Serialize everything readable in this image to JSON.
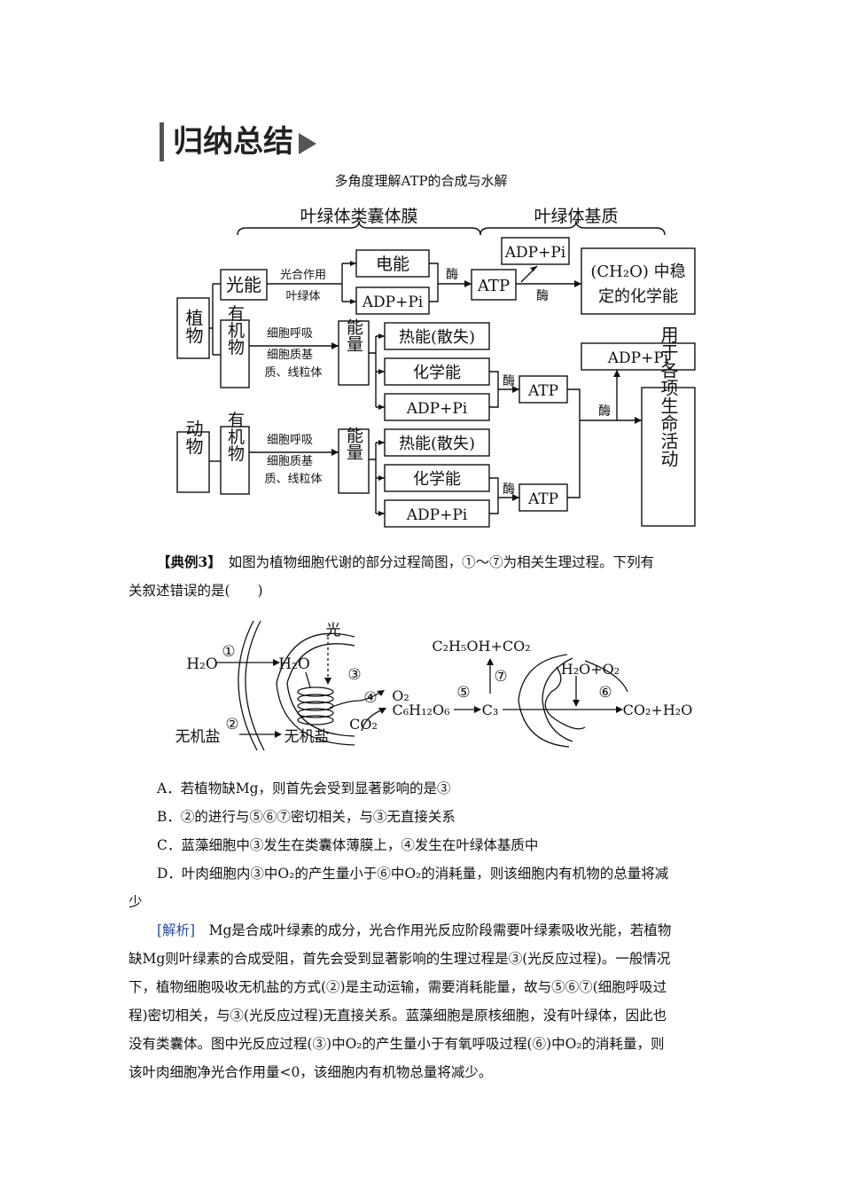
{
  "section": {
    "title": "归纳总结"
  },
  "diagram1": {
    "caption": "多角度理解ATP的合成与水解",
    "header_left": "叶绿体类囊体膜",
    "header_right": "叶绿体基质",
    "plant": "植物",
    "animal": "动物",
    "light_energy": "光能",
    "photosynthesis": "光合作用",
    "chloroplast": "叶绿体",
    "electric_energy": "电能",
    "adp_pi": "ADP+Pi",
    "enzyme": "酶",
    "atp": "ATP",
    "ch2o_line1": "(CH₂O) 中稳",
    "ch2o_line2": "定的化学能",
    "organic_matter": "有机物",
    "cell_respiration": "细胞呼吸",
    "cytoplasm_line1": "细胞质基",
    "cytoplasm_line2": "质、线粒体",
    "energy": "能量",
    "heat_energy": "热能(散失)",
    "chemical_energy": "化学能",
    "used_for": "用于各项生命活动"
  },
  "example": {
    "label": "【典例3】",
    "question_line1": "如图为植物细胞代谢的部分过程简图，①～⑦为相关生理过程。下列有",
    "question_line2": "关叙述错误的是(　　)"
  },
  "diagram2": {
    "h2o": "H₂O",
    "circle1": "①",
    "circle2": "②",
    "circle3": "③",
    "circle4": "④",
    "circle5": "⑤",
    "circle6": "⑥",
    "circle7": "⑦",
    "light": "光",
    "inorganic_salt": "无机盐",
    "o2": "O₂",
    "co2": "CO₂",
    "glucose": "C₆H₁₂O₆",
    "c3": "C₃",
    "ethanol": "C₂H₅OH+CO₂",
    "h2o_o2": "H₂O+O₂",
    "co2_h2o": "CO₂+H₂O"
  },
  "options": [
    "A．若植物缺Mg，则首先会受到显著影响的是③",
    "B．②的进行与⑤⑥⑦密切相关，与③无直接关系",
    "C．蓝藻细胞中③发生在类囊体薄膜上，④发生在叶绿体基质中",
    "D．叶肉细胞内③中O₂的产生量小于⑥中O₂的消耗量，则该细胞内有机物的总量将减",
    "少"
  ],
  "analysis": {
    "label": "[解析]",
    "lines": [
      "Mg是合成叶绿素的成分，光合作用光反应阶段需要叶绿素吸收光能，若植物",
      "缺Mg则叶绿素的合成受阻，首先会受到显著影响的生理过程是③(光反应过程)。一般情况",
      "下，植物细胞吸收无机盐的方式(②)是主动运输，需要消耗能量，故与⑤⑥⑦(细胞呼吸过",
      "程)密切相关，与③(光反应过程)无直接关系。蓝藻细胞是原核细胞，没有叶绿体，因此也",
      "没有类囊体。图中光反应过程(③)中O₂的产生量小于有氧呼吸过程(⑥)中O₂的消耗量，则",
      "该叶肉细胞净光合作用量<0，该细胞内有机物总量将减少。"
    ]
  }
}
